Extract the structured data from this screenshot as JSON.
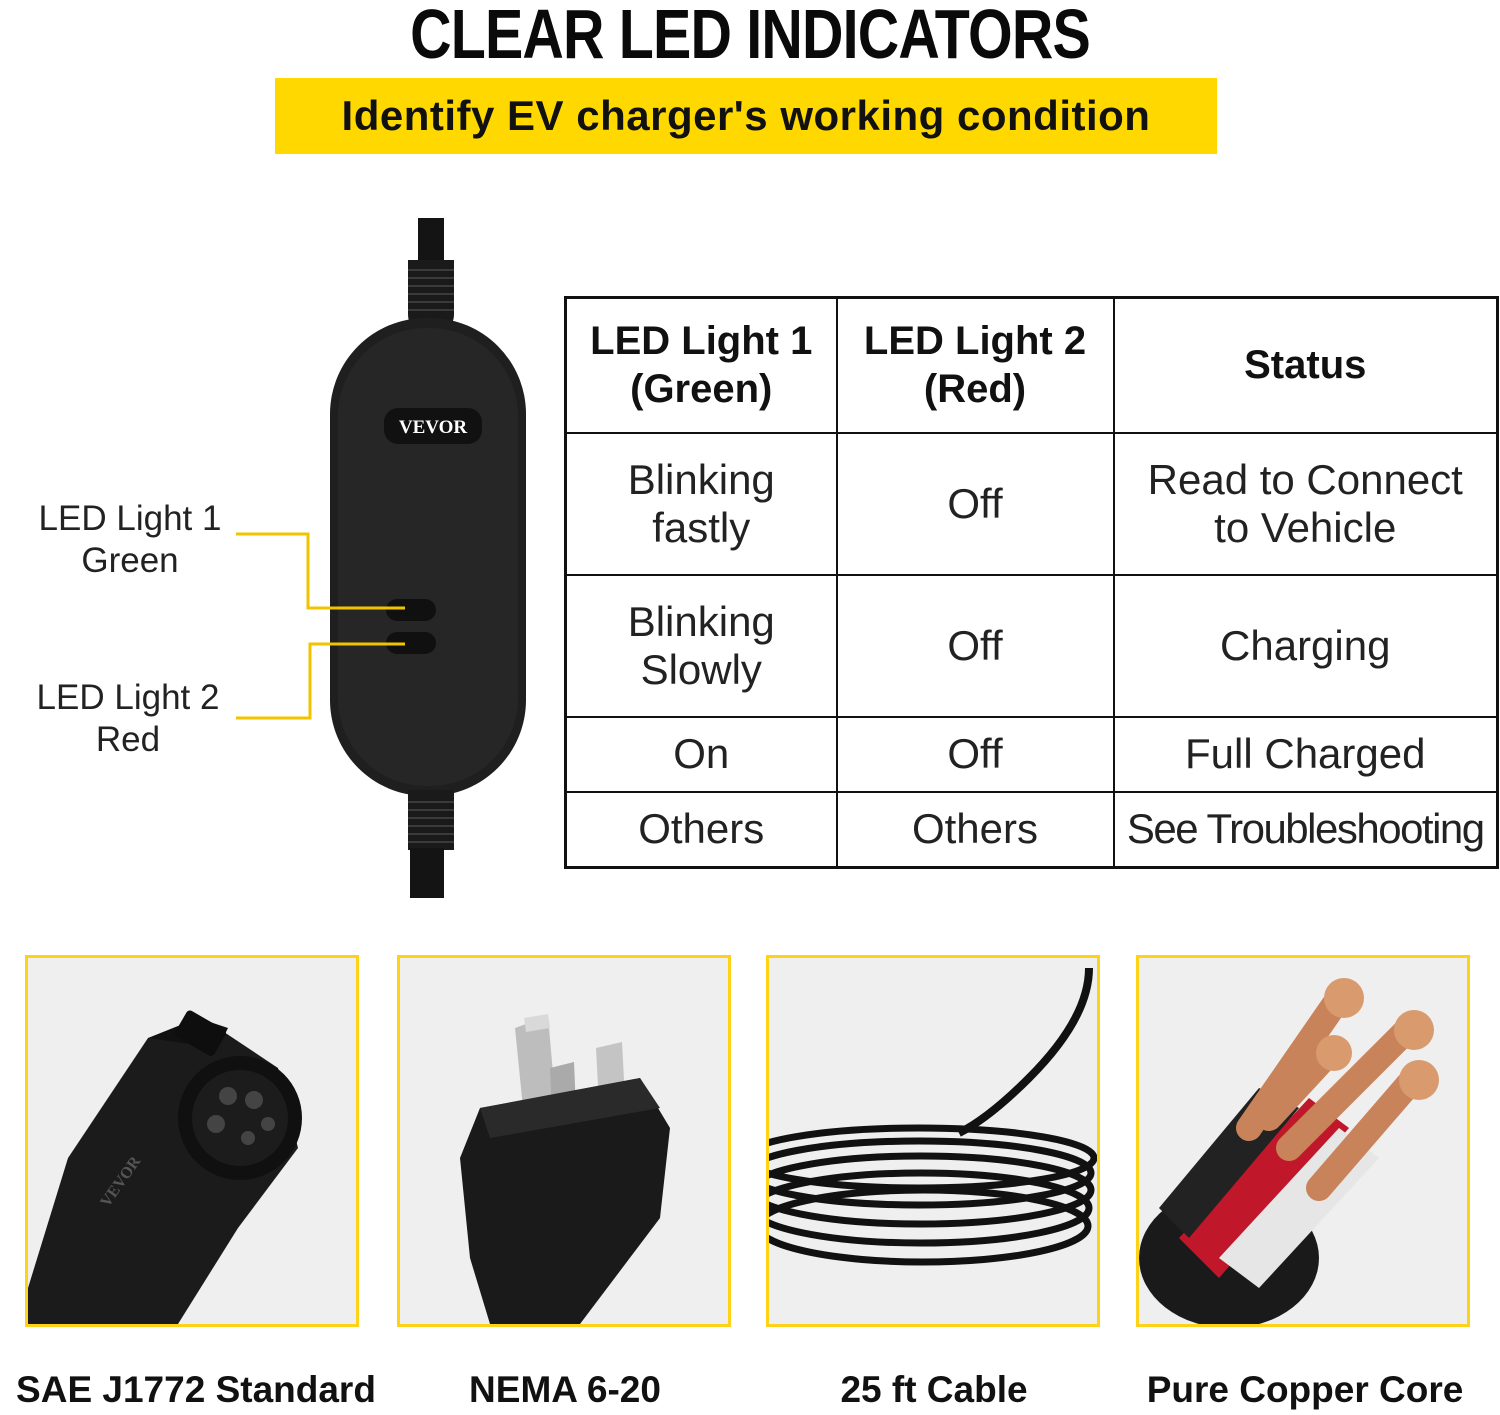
{
  "header": {
    "title": "CLEAR LED INDICATORS",
    "subtitle": "Identify EV charger's working condition"
  },
  "device": {
    "brand_logo": "VEVOR",
    "led1_label": [
      "LED Light 1",
      "Green"
    ],
    "led2_label": [
      "LED Light 2",
      "Red"
    ]
  },
  "table": {
    "headers": [
      [
        "LED Light 1",
        "(Green)"
      ],
      [
        "LED Light 2",
        "(Red)"
      ],
      [
        "Status"
      ]
    ],
    "rows": [
      [
        [
          "Blinking",
          "fastly"
        ],
        [
          "Off"
        ],
        [
          "Read to Connect",
          "to Vehicle"
        ]
      ],
      [
        [
          "Blinking",
          "Slowly"
        ],
        [
          "Off"
        ],
        [
          "Charging"
        ]
      ],
      [
        [
          "On"
        ],
        [
          "Off"
        ],
        [
          "Full Charged"
        ]
      ],
      [
        [
          "Others"
        ],
        [
          "Others"
        ],
        [
          "See Troubleshooting"
        ]
      ]
    ]
  },
  "features": [
    {
      "caption": "SAE J1772 Standard",
      "icon": "j1772-connector-icon"
    },
    {
      "caption": "NEMA 6-20",
      "icon": "nema-plug-icon"
    },
    {
      "caption": "25 ft Cable",
      "icon": "coiled-cable-icon"
    },
    {
      "caption": "Pure Copper Core",
      "icon": "copper-core-icon"
    }
  ],
  "colors": {
    "accent_yellow": "#FFD800",
    "card_border": "#FFD21A",
    "device_body": "#1e1e1e",
    "copper": "#C9835A"
  }
}
